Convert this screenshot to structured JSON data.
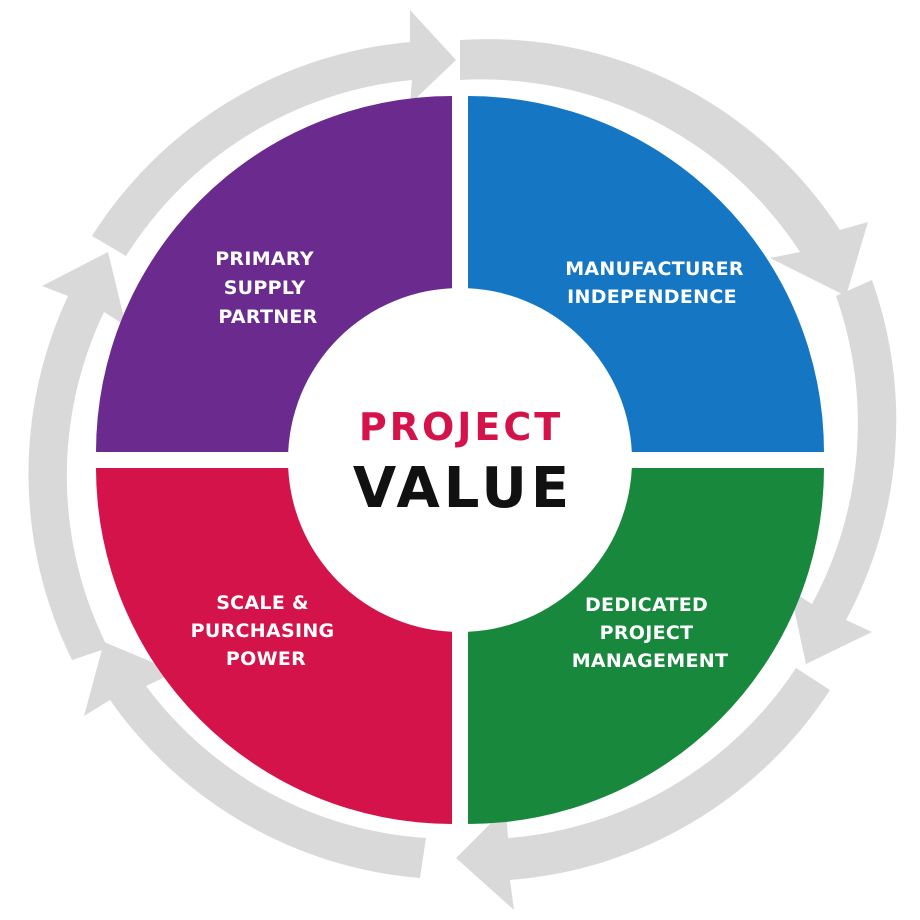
{
  "center": {
    "line1": "PROJECT",
    "line2": "VALUE"
  },
  "quadrants": [
    {
      "id": "top-left",
      "lines": [
        "PRIMARY",
        "SUPPLY",
        "PARTNER"
      ],
      "color": "#6a2a8e"
    },
    {
      "id": "top-right",
      "lines": [
        "MANUFACTURER",
        "INDEPENDENCE"
      ],
      "color": "#1577c4"
    },
    {
      "id": "bottom-right",
      "lines": [
        "DEDICATED",
        "PROJECT",
        "MANAGEMENT"
      ],
      "color": "#17883c"
    },
    {
      "id": "bottom-left",
      "lines": [
        "SCALE &",
        "PURCHASING",
        "POWER"
      ],
      "color": "#d3134a"
    }
  ],
  "colors": {
    "center_line1": "#d3134a",
    "center_line2": "#111111",
    "arrow_ring": "#d9d9d9",
    "background": "#ffffff"
  }
}
